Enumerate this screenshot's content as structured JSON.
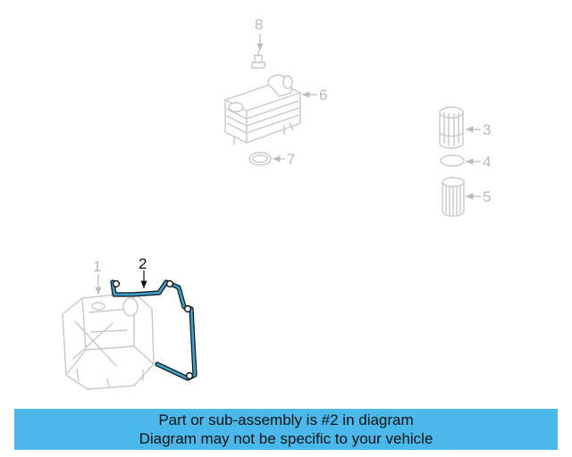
{
  "callouts": {
    "c1": "1",
    "c2": "2",
    "c3": "3",
    "c4": "4",
    "c5": "5",
    "c6": "6",
    "c7": "7",
    "c8": "8"
  },
  "highlight_color": "#3a9fc9",
  "banner": {
    "line1": "Part or sub-assembly is #2 in diagram",
    "line2": "Diagram may not be specific to your vehicle",
    "background": "#4ab8ea"
  }
}
